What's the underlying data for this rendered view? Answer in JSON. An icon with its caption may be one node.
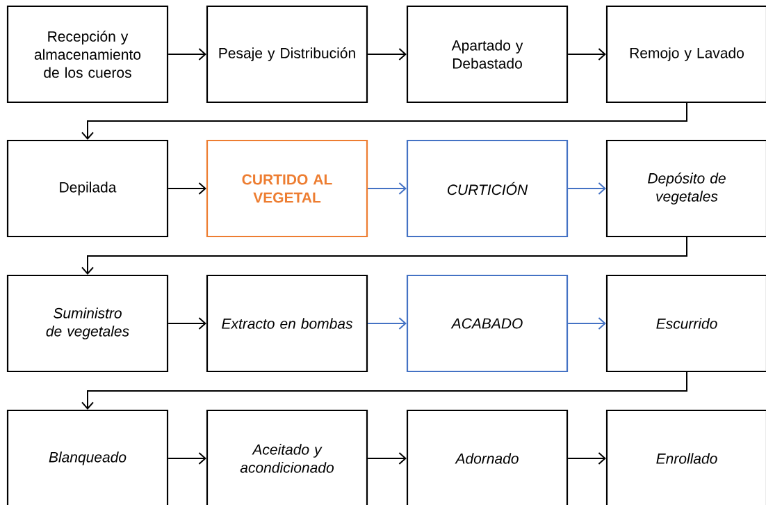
{
  "diagram": {
    "nodes": [
      {
        "text": [
          "Recepción y almacenamiento de los cueros"
        ]
      },
      {
        "text": [
          "Pesaje y Distribución"
        ]
      },
      {
        "text": [
          "Apartado y Debastado"
        ]
      },
      {
        "text": [
          "Remojo y Lavado"
        ]
      },
      {
        "text": [
          "Depilada"
        ]
      },
      {
        "text": [
          "CURTIDO AL VEGETAL"
        ]
      },
      {
        "text": [
          "CURTICIÓN"
        ]
      },
      {
        "text": [
          "Depósito de vegetales"
        ]
      },
      {
        "text": [
          "Suministro de vegetales"
        ]
      },
      {
        "text": [
          "Extracto en bombas"
        ]
      },
      {
        "text": [
          "ACABADO"
        ]
      },
      {
        "text": [
          "Escurrido"
        ]
      },
      {
        "text": [
          "Blanqueado"
        ]
      },
      {
        "text": [
          "Aceitado y acondicionado"
        ]
      },
      {
        "text": [
          "Adornado"
        ]
      },
      {
        "text": [
          "Enrollado"
        ]
      }
    ],
    "edges": [
      {
        "from": 0,
        "to": 1,
        "arrow": "to"
      },
      {
        "from": 1,
        "to": 2,
        "arrow": "to"
      },
      {
        "from": 2,
        "to": 3,
        "arrow": "to"
      },
      {
        "from": 3,
        "to": 4,
        "arrow": "to"
      },
      {
        "from": 4,
        "to": 5,
        "arrow": "to"
      },
      {
        "from": 5,
        "to": 6,
        "arrow": "to",
        "color": "#4472c4"
      },
      {
        "from": 6,
        "to": 7,
        "arrow": "to",
        "color": "#4472c4"
      },
      {
        "from": 7,
        "to": 8,
        "arrow": "to"
      },
      {
        "from": 8,
        "to": 9,
        "arrow": "to"
      },
      {
        "from": 9,
        "to": 10,
        "arrow": "to",
        "color": "#4472c4"
      },
      {
        "from": 10,
        "to": 11,
        "arrow": "to",
        "color": "#4472c4"
      },
      {
        "from": 11,
        "to": 12,
        "arrow": "to"
      },
      {
        "from": 12,
        "to": 13,
        "arrow": "to"
      },
      {
        "from": 13,
        "to": 14,
        "arrow": "to"
      },
      {
        "from": 14,
        "to": 15,
        "arrow": "to"
      }
    ]
  }
}
